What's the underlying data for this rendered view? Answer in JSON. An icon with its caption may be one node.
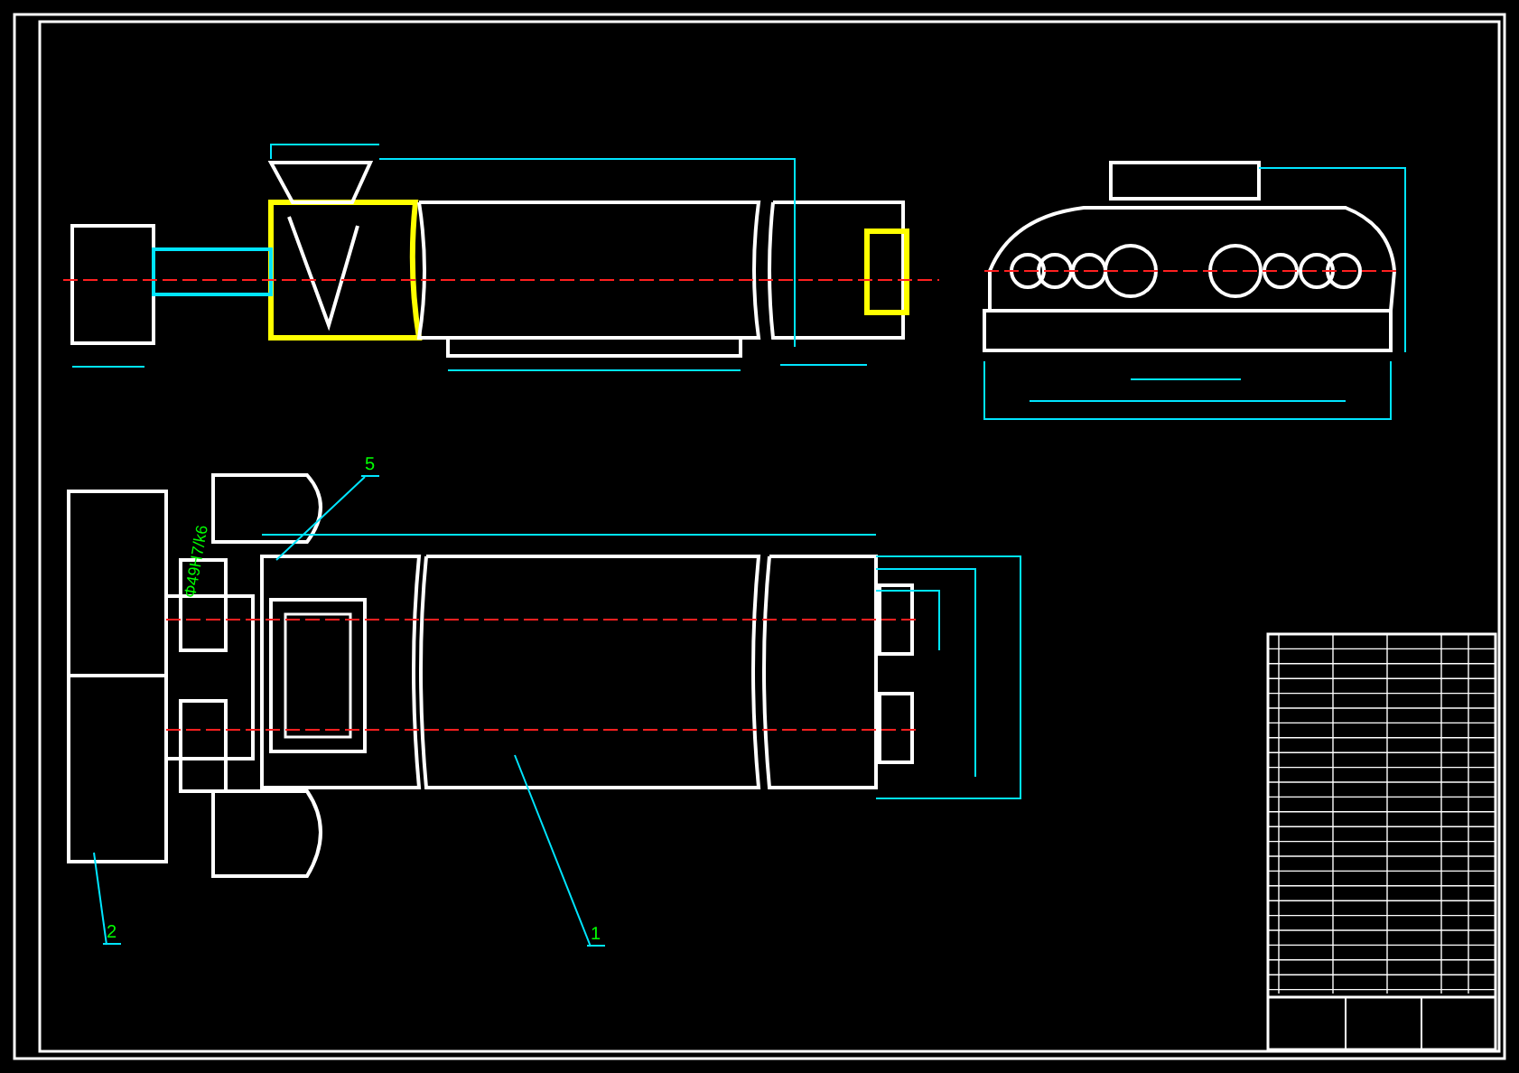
{
  "diagram": {
    "nodes": [
      {
        "text": [
          "5"
        ]
      },
      {
        "text": [
          "2"
        ]
      },
      {
        "text": [
          "1"
        ]
      }
    ],
    "edges": [
      {
        "from": 0,
        "to": null,
        "arrow": "none"
      },
      {
        "from": 1,
        "to": null,
        "arrow": "none"
      },
      {
        "from": 2,
        "to": null,
        "arrow": "none"
      }
    ],
    "labels": [
      "Φ49H7/k6"
    ]
  }
}
